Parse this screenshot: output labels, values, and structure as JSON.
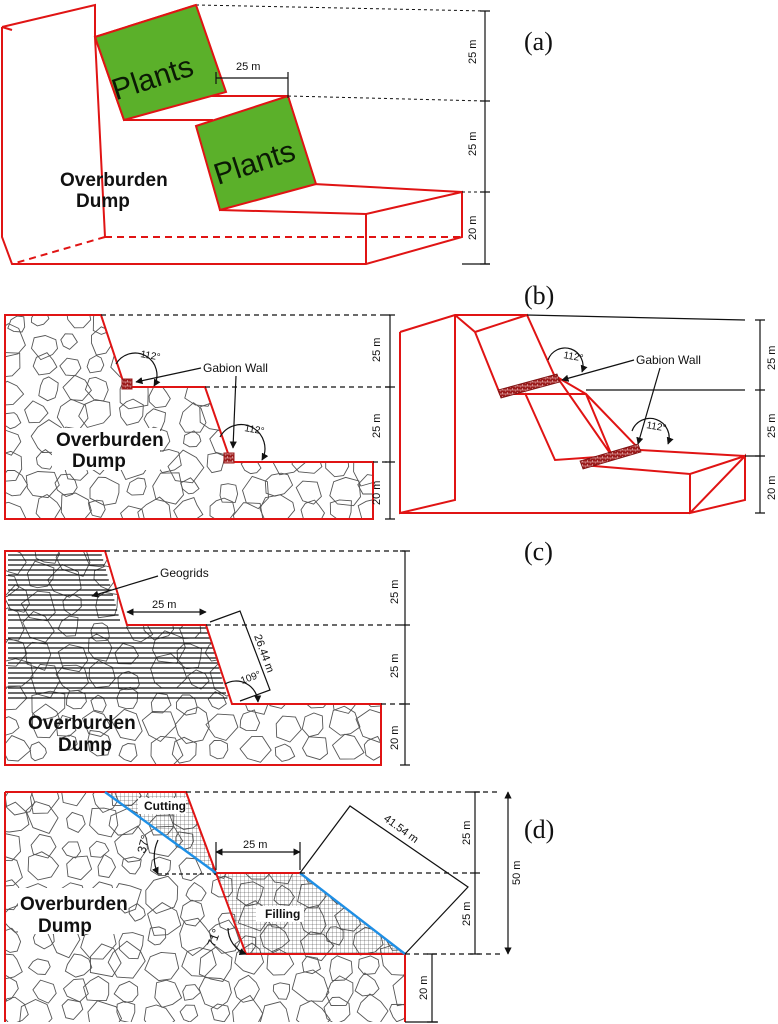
{
  "panels": {
    "a": {
      "label": "(a)",
      "plants_top": "Plants",
      "plants_bottom": "Plants",
      "dump": [
        "Overburden",
        "Dump"
      ],
      "bench": "25 m",
      "heights": [
        "25 m",
        "25 m",
        "20 m"
      ]
    },
    "b": {
      "label": "(b)",
      "gabion_left": "Gabion Wall",
      "gabion_right": "Gabion Wall",
      "angles_left": [
        "112°",
        "112°"
      ],
      "angles_right": [
        "112°",
        "112°"
      ],
      "dump": [
        "Overburden",
        "Dump"
      ],
      "heights_left": [
        "25 m",
        "25 m",
        "20 m"
      ],
      "heights_right": [
        "25 m",
        "25 m",
        "20 m"
      ]
    },
    "c": {
      "label": "(c)",
      "geogrids": "Geogrids",
      "bench": "25 m",
      "slope_len": "26.44 m",
      "angle": "109°",
      "dump": [
        "Overburden",
        "Dump"
      ],
      "heights": [
        "25 m",
        "25 m",
        "20 m"
      ]
    },
    "d": {
      "label": "(d)",
      "cutting": "Cutting",
      "filling": "Filling",
      "bench": "25 m",
      "diag": "41.54 m",
      "angle_top": "37°",
      "angle_bottom": "71°",
      "dump": [
        "Overburden",
        "Dump"
      ],
      "heights": [
        "25 m",
        "25 m",
        "20 m"
      ],
      "total": "50 m"
    }
  },
  "colors": {
    "outline": "#e01414",
    "plants": "#5bb02a",
    "gabion": "#9b1c1c",
    "slope_line": "#1e90e6"
  }
}
